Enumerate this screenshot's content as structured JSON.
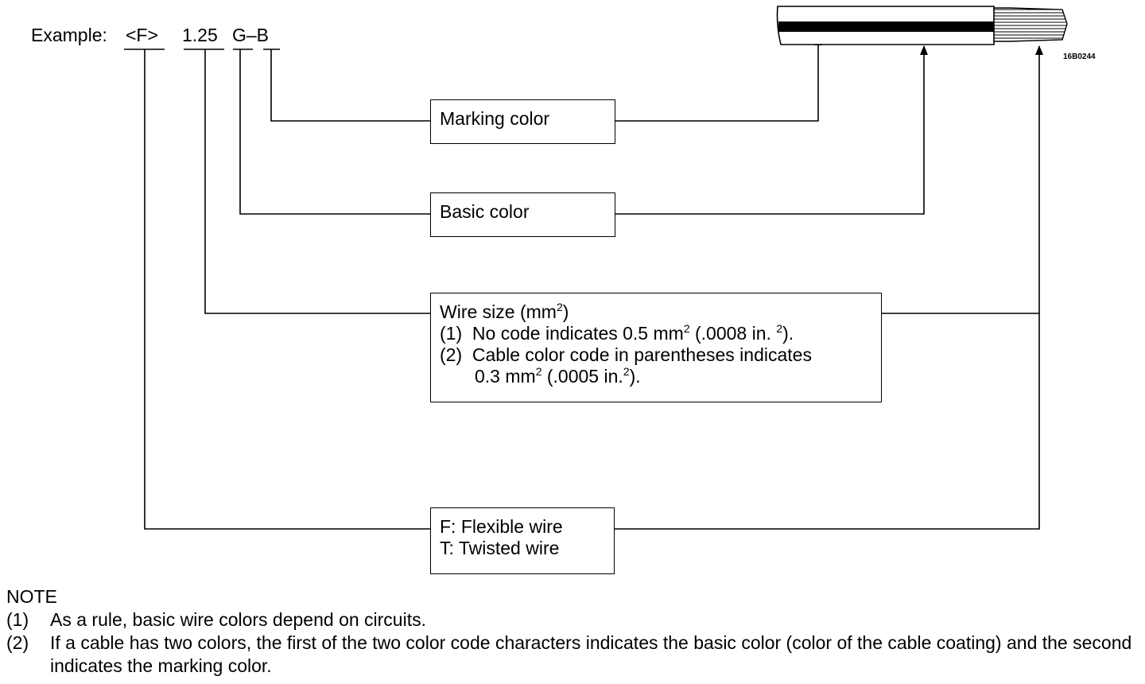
{
  "example": {
    "prefix": "Example:",
    "type_code": "<F>",
    "size_code": "1.25",
    "color_code": "G–B"
  },
  "figure_id": "16B0244",
  "boxes": {
    "marking": {
      "label": "Marking color"
    },
    "basic": {
      "label": "Basic color"
    },
    "size": {
      "title": "Wire size (mm",
      "title_sup": "2",
      "title_end": ")",
      "line1_num": "(1)",
      "line1_text": "No code indicates 0.5 mm",
      "line1_sup": "2",
      "line1_mid": " (.0008 in. ",
      "line1_sup2": "2",
      "line1_end": ").",
      "line2_num": "(2)",
      "line2_text": "Cable color code in parentheses indicates",
      "line3_text": "0.3  mm",
      "line3_sup": "2",
      "line3_mid": " (.0005 in.",
      "line3_sup2": "2",
      "line3_end": ")."
    },
    "type": {
      "line1": "F: Flexible wire",
      "line2": "T: Twisted wire"
    }
  },
  "notes": {
    "heading": "NOTE",
    "items": [
      {
        "num": "(1)",
        "text": "As a rule, basic wire colors depend on circuits."
      },
      {
        "num": "(2)",
        "text": "If a cable has two colors, the first of the two color code characters indicates the basic color (color of the cable coating) and the second indicates the marking color."
      }
    ]
  },
  "colors": {
    "ink": "#000000",
    "paper": "#ffffff"
  }
}
